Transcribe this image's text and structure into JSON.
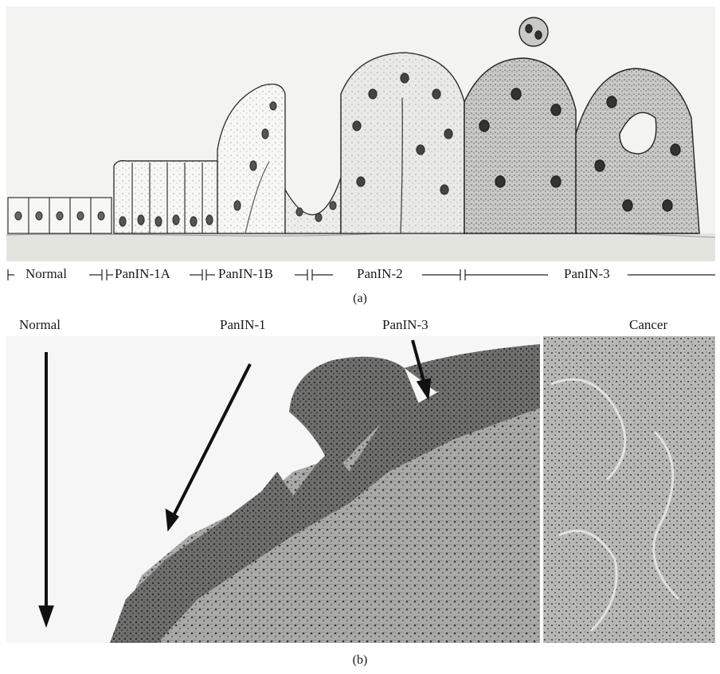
{
  "panel_a": {
    "stage_labels": [
      "Normal",
      "PanIN-1A",
      "PanIN-1B",
      "PanIN-2",
      "PanIN-3"
    ],
    "caption": "(a)"
  },
  "panel_b": {
    "image_labels": [
      "Normal",
      "PanIN-1",
      "PanIN-3",
      "Cancer"
    ],
    "caption": "(b)"
  },
  "colors": {
    "background": "#ffffff",
    "ink": "#1a1a1a",
    "tissue_light": "#e9e9e6",
    "tissue_dark": "#6b6b6b"
  }
}
